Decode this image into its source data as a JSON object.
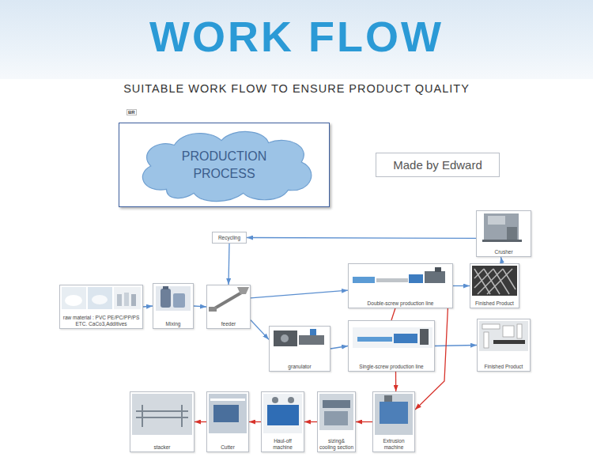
{
  "diagram": {
    "title": "WORK FLOW",
    "nodes": [
      {
        "text": [
          "PRODUCTION PROCESS"
        ]
      },
      {
        "text": [
          "Made by Edward"
        ]
      },
      {
        "text": [
          "Recycling"
        ]
      },
      {
        "text": [
          "Crusher"
        ]
      },
      {
        "text": [
          "raw material : PVC PE/PC/PP/PS ETC. CaCo3,Additives"
        ]
      },
      {
        "text": [
          "Mixing"
        ]
      },
      {
        "text": [
          "feeder"
        ]
      },
      {
        "text": [
          "Double-screw production line"
        ]
      },
      {
        "text": [
          "Finished Product"
        ]
      },
      {
        "text": [
          "granulator"
        ]
      },
      {
        "text": [
          "Single-screw production line"
        ]
      },
      {
        "text": [
          "Finished Product"
        ]
      },
      {
        "text": [
          "stacker"
        ]
      },
      {
        "text": [
          "Cutter"
        ]
      },
      {
        "text": [
          "Haul-off machine"
        ]
      },
      {
        "text": [
          "sizing& cooling section"
        ]
      },
      {
        "text": [
          "Extrusion machine"
        ]
      }
    ],
    "edges": [
      {
        "from": 4,
        "to": 5,
        "arrow": "to"
      },
      {
        "from": 5,
        "to": 6,
        "arrow": "to"
      },
      {
        "from": 2,
        "to": 6,
        "arrow": "to"
      },
      {
        "from": 6,
        "to": 7,
        "arrow": "to"
      },
      {
        "from": 6,
        "to": 9,
        "arrow": "to"
      },
      {
        "from": 9,
        "to": 10,
        "arrow": "to"
      },
      {
        "from": 7,
        "to": 8,
        "arrow": "to"
      },
      {
        "from": 10,
        "to": 11,
        "arrow": "to"
      },
      {
        "from": 8,
        "to": 3,
        "arrow": "to"
      },
      {
        "from": 3,
        "to": 2,
        "arrow": "to"
      },
      {
        "from": 7,
        "to": 10,
        "arrow": "none"
      },
      {
        "from": 10,
        "to": 16,
        "arrow": "to"
      },
      {
        "from": 7,
        "to": 16,
        "arrow": "to"
      },
      {
        "from": 16,
        "to": 15,
        "arrow": "to"
      },
      {
        "from": 15,
        "to": 14,
        "arrow": "to"
      },
      {
        "from": 14,
        "to": 13,
        "arrow": "to"
      },
      {
        "from": 13,
        "to": 12,
        "arrow": "to"
      }
    ],
    "labels": [
      "SUITABLE WORK FLOW TO ENSURE PRODUCT QUALITY",
      "BR"
    ]
  }
}
